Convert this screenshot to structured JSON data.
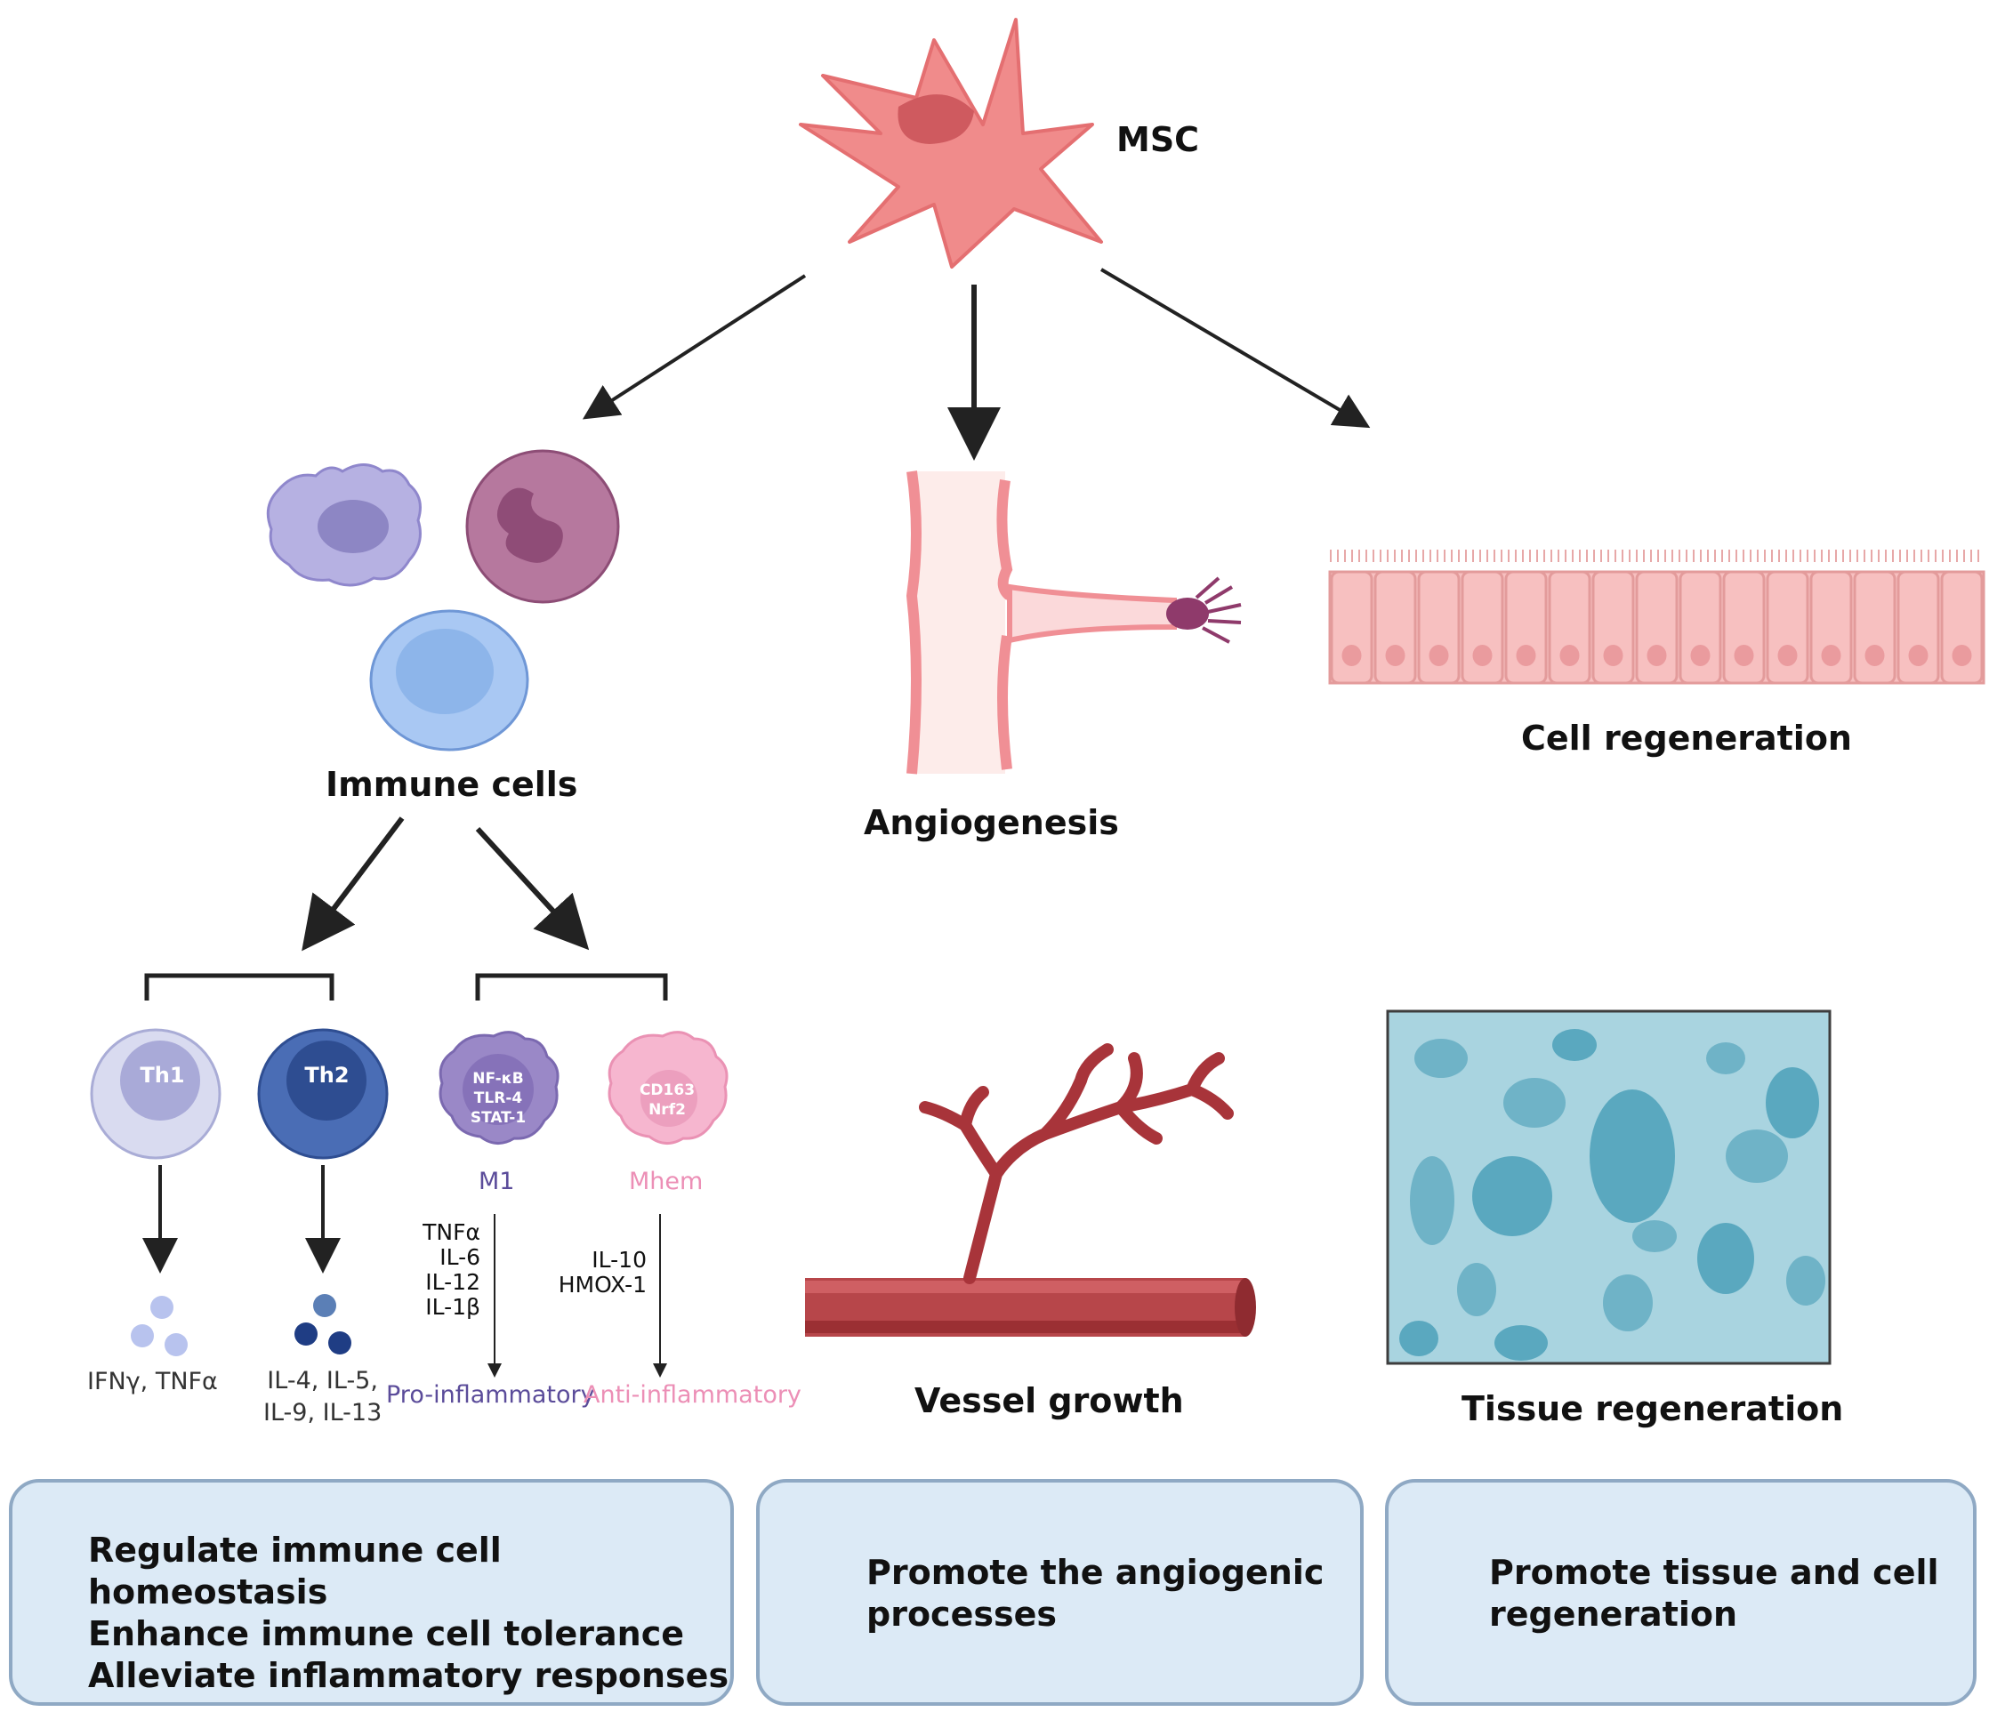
{
  "msc": {
    "label": "MSC"
  },
  "immune": {
    "label": "Immune cells",
    "th1": {
      "name": "Th1",
      "cytokines": "IFNγ, TNFα"
    },
    "th2": {
      "name": "Th2",
      "cytokines_line1": "IL-4, IL-5,",
      "cytokines_line2": "IL-9, IL-13"
    },
    "m1": {
      "markers": [
        "NF-κB",
        "TLR-4",
        "STAT-1"
      ],
      "name": "M1",
      "cytokines": [
        "TNFα",
        "IL-6",
        "IL-12",
        "IL-1β"
      ],
      "effect": "Pro-inflammatory"
    },
    "mhem": {
      "markers": [
        "CD163",
        "Nrf2"
      ],
      "name": "Mhem",
      "cytokines": [
        "IL-10",
        "HMOX-1"
      ],
      "effect": "Anti-inflammatory"
    }
  },
  "angiogenesis": {
    "label": "Angiogenesis",
    "sub_label": "Vessel growth"
  },
  "regeneration": {
    "label": "Cell regeneration",
    "sub_label": "Tissue regeneration"
  },
  "summary_boxes": {
    "immune": [
      "Regulate immune cell homeostasis",
      "Enhance immune cell tolerance",
      "Alleviate inflammatory responses"
    ],
    "angio": [
      "Promote the angiogenic",
      "processes"
    ],
    "tissue": [
      "Promote tissue and cell",
      "regeneration"
    ]
  },
  "colors": {
    "msc_fill": "#f08b8b",
    "msc_nucleus": "#cf5a5f",
    "th1": "#c9cde9",
    "th2": "#3f62a8",
    "m1": "#9a88c7",
    "mhem": "#f4aac7",
    "pro_text": "#5b4c9a",
    "anti_text": "#ec8fb6",
    "vessel": "#b7464a",
    "tissue_bg": "#a9d4e0",
    "tissue_spot": "#5aa8bf",
    "box_fill": "#dceaf6",
    "box_border": "#8fa9c4"
  }
}
